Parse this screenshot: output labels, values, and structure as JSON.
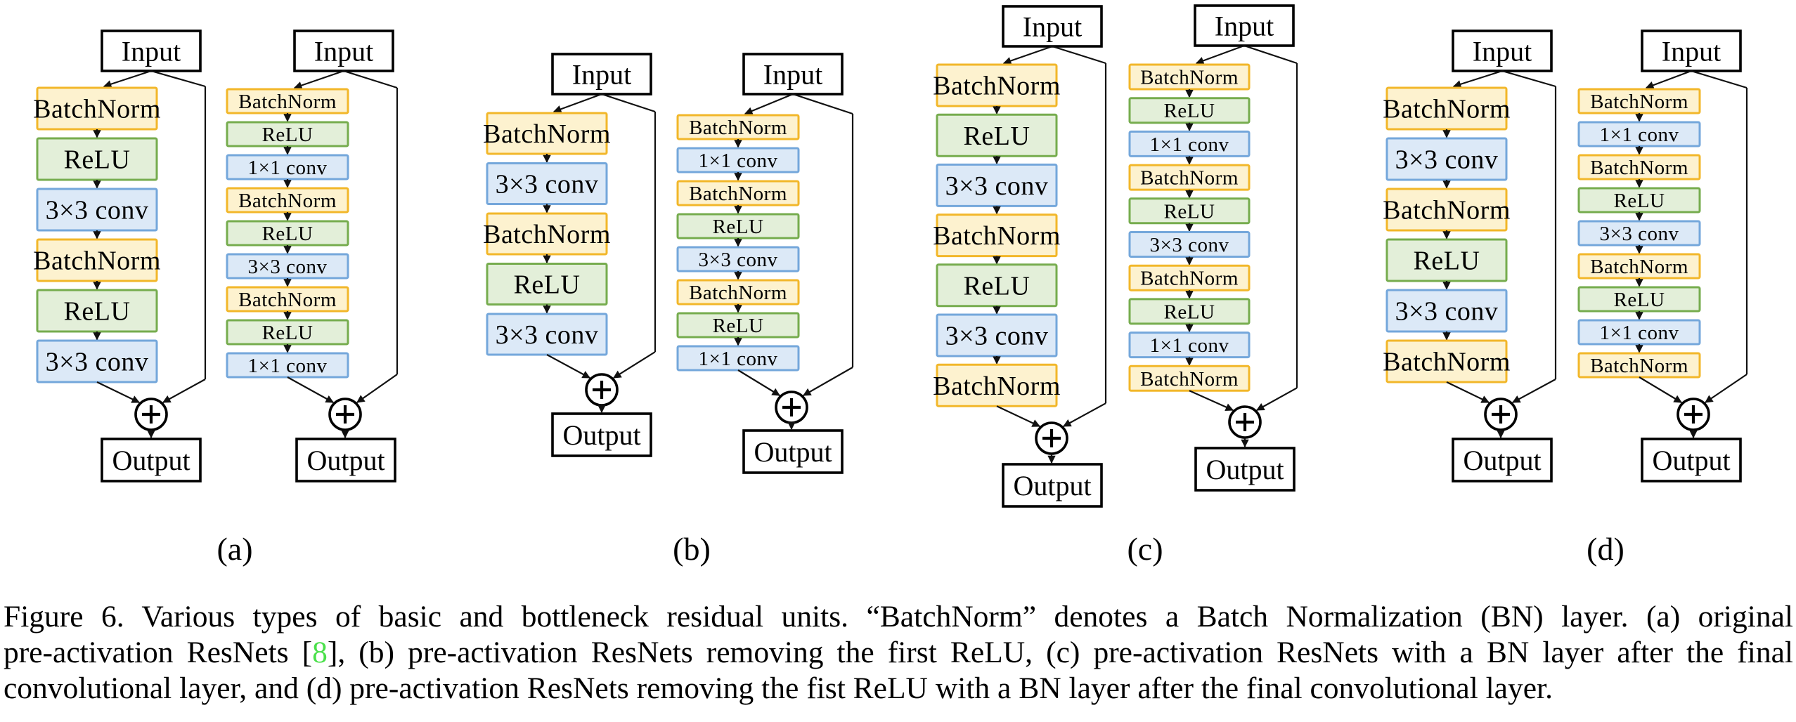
{
  "figure": {
    "colors": {
      "batchnorm_fill": "#FDF2CF",
      "batchnorm_stroke": "#F2B72A",
      "relu_fill": "#E3EFD9",
      "relu_stroke": "#76AC4E",
      "conv_fill": "#DCE9F7",
      "conv_stroke": "#74A7DB",
      "io_stroke": "#000000",
      "arrow_color": "#111111"
    },
    "diagrams": [
      {
        "label": "(a)",
        "columns": [
          {
            "name": "basic-residual-unit",
            "input": "Input",
            "output": "Output",
            "plus": "+",
            "layers": [
              {
                "type": "batchnorm",
                "label": "BatchNorm"
              },
              {
                "type": "relu",
                "label": "ReLU"
              },
              {
                "type": "conv",
                "label": "3×3 conv"
              },
              {
                "type": "batchnorm",
                "label": "BatchNorm"
              },
              {
                "type": "relu",
                "label": "ReLU"
              },
              {
                "type": "conv",
                "label": "3×3 conv"
              }
            ]
          },
          {
            "name": "bottleneck-residual-unit",
            "input": "Input",
            "output": "Output",
            "plus": "+",
            "layers": [
              {
                "type": "batchnorm",
                "label": "BatchNorm"
              },
              {
                "type": "relu",
                "label": "ReLU"
              },
              {
                "type": "conv",
                "label": "1×1 conv"
              },
              {
                "type": "batchnorm",
                "label": "BatchNorm"
              },
              {
                "type": "relu",
                "label": "ReLU"
              },
              {
                "type": "conv",
                "label": "3×3 conv"
              },
              {
                "type": "batchnorm",
                "label": "BatchNorm"
              },
              {
                "type": "relu",
                "label": "ReLU"
              },
              {
                "type": "conv",
                "label": "1×1 conv"
              }
            ]
          }
        ]
      },
      {
        "label": "(b)",
        "columns": [
          {
            "name": "basic-residual-unit",
            "input": "Input",
            "output": "Output",
            "plus": "+",
            "layers": [
              {
                "type": "batchnorm",
                "label": "BatchNorm"
              },
              {
                "type": "conv",
                "label": "3×3 conv"
              },
              {
                "type": "batchnorm",
                "label": "BatchNorm"
              },
              {
                "type": "relu",
                "label": "ReLU"
              },
              {
                "type": "conv",
                "label": "3×3 conv"
              }
            ]
          },
          {
            "name": "bottleneck-residual-unit",
            "input": "Input",
            "output": "Output",
            "plus": "+",
            "layers": [
              {
                "type": "batchnorm",
                "label": "BatchNorm"
              },
              {
                "type": "conv",
                "label": "1×1 conv"
              },
              {
                "type": "batchnorm",
                "label": "BatchNorm"
              },
              {
                "type": "relu",
                "label": "ReLU"
              },
              {
                "type": "conv",
                "label": "3×3 conv"
              },
              {
                "type": "batchnorm",
                "label": "BatchNorm"
              },
              {
                "type": "relu",
                "label": "ReLU"
              },
              {
                "type": "conv",
                "label": "1×1 conv"
              }
            ]
          }
        ]
      },
      {
        "label": "(c)",
        "columns": [
          {
            "name": "basic-residual-unit",
            "input": "Input",
            "output": "Output",
            "plus": "+",
            "layers": [
              {
                "type": "batchnorm",
                "label": "BatchNorm"
              },
              {
                "type": "relu",
                "label": "ReLU"
              },
              {
                "type": "conv",
                "label": "3×3 conv"
              },
              {
                "type": "batchnorm",
                "label": "BatchNorm"
              },
              {
                "type": "relu",
                "label": "ReLU"
              },
              {
                "type": "conv",
                "label": "3×3 conv"
              },
              {
                "type": "batchnorm",
                "label": "BatchNorm"
              }
            ]
          },
          {
            "name": "bottleneck-residual-unit",
            "input": "Input",
            "output": "Output",
            "plus": "+",
            "layers": [
              {
                "type": "batchnorm",
                "label": "BatchNorm"
              },
              {
                "type": "relu",
                "label": "ReLU"
              },
              {
                "type": "conv",
                "label": "1×1 conv"
              },
              {
                "type": "batchnorm",
                "label": "BatchNorm"
              },
              {
                "type": "relu",
                "label": "ReLU"
              },
              {
                "type": "conv",
                "label": "3×3 conv"
              },
              {
                "type": "batchnorm",
                "label": "BatchNorm"
              },
              {
                "type": "relu",
                "label": "ReLU"
              },
              {
                "type": "conv",
                "label": "1×1 conv"
              },
              {
                "type": "batchnorm",
                "label": "BatchNorm"
              }
            ]
          }
        ]
      },
      {
        "label": "(d)",
        "columns": [
          {
            "name": "basic-residual-unit",
            "input": "Input",
            "output": "Output",
            "plus": "+",
            "layers": [
              {
                "type": "batchnorm",
                "label": "BatchNorm"
              },
              {
                "type": "conv",
                "label": "3×3 conv"
              },
              {
                "type": "batchnorm",
                "label": "BatchNorm"
              },
              {
                "type": "relu",
                "label": "ReLU"
              },
              {
                "type": "conv",
                "label": "3×3 conv"
              },
              {
                "type": "batchnorm",
                "label": "BatchNorm"
              }
            ]
          },
          {
            "name": "bottleneck-residual-unit",
            "input": "Input",
            "output": "Output",
            "plus": "+",
            "layers": [
              {
                "type": "batchnorm",
                "label": "BatchNorm"
              },
              {
                "type": "conv",
                "label": "1×1 conv"
              },
              {
                "type": "batchnorm",
                "label": "BatchNorm"
              },
              {
                "type": "relu",
                "label": "ReLU"
              },
              {
                "type": "conv",
                "label": "3×3 conv"
              },
              {
                "type": "batchnorm",
                "label": "BatchNorm"
              },
              {
                "type": "relu",
                "label": "ReLU"
              },
              {
                "type": "conv",
                "label": "1×1 conv"
              },
              {
                "type": "batchnorm",
                "label": "BatchNorm"
              }
            ]
          }
        ]
      }
    ]
  },
  "caption": {
    "line1": "Figure 6.  Various types of basic and bottleneck residual units.  “BatchNorm” denotes a Batch Normalization (BN) layer.  (a) original",
    "line2_pre": "pre-activation ResNets [",
    "citation": "8",
    "line2_post": "], (b) pre-activation ResNets removing the first ReLU, (c) pre-activation ResNets with a BN layer after the final",
    "line3": "convolutional layer, and (d) pre-activation ResNets removing the fist ReLU with a BN layer after the final convolutional layer.",
    "citation_color": "#4BE04B"
  }
}
